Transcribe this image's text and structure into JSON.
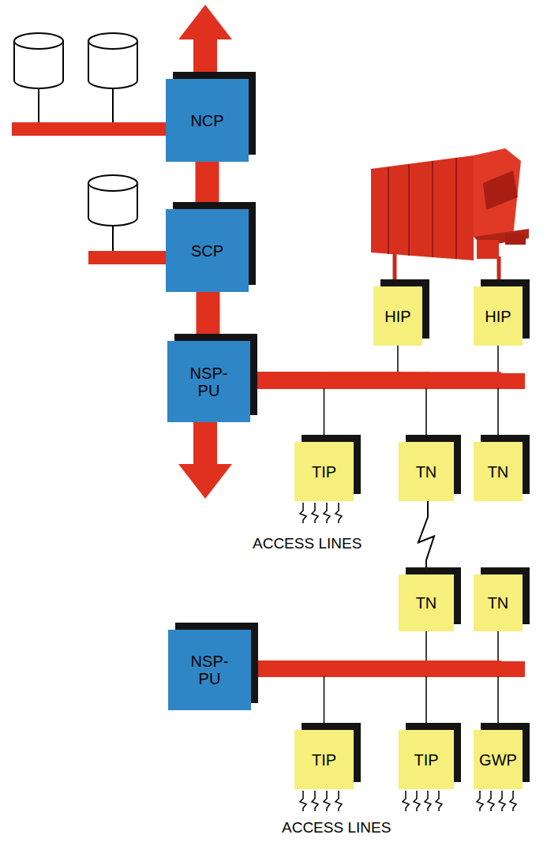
{
  "diagram": {
    "nodes": [
      {
        "text": [
          "NCP"
        ]
      },
      {
        "text": [
          "SCP"
        ]
      },
      {
        "text": [
          "HIP"
        ]
      },
      {
        "text": [
          "HIP"
        ]
      },
      {
        "text": [
          "NSP- PU"
        ]
      },
      {
        "text": [
          "TIP"
        ]
      },
      {
        "text": [
          "TN"
        ]
      },
      {
        "text": [
          "TN"
        ]
      },
      {
        "text": [
          "TN"
        ]
      },
      {
        "text": [
          "TN"
        ]
      },
      {
        "text": [
          "NSP- PU"
        ]
      },
      {
        "text": [
          "TIP"
        ]
      },
      {
        "text": [
          "TIP"
        ]
      },
      {
        "text": [
          "GWP"
        ]
      }
    ],
    "edges": [
      {
        "from": 0,
        "to": 1,
        "arrow": "none"
      },
      {
        "from": 1,
        "to": 4,
        "arrow": "none"
      },
      {
        "from": 4,
        "to": 2,
        "arrow": "none"
      },
      {
        "from": 4,
        "to": 3,
        "arrow": "none"
      },
      {
        "from": 4,
        "to": 5,
        "arrow": "none"
      },
      {
        "from": 4,
        "to": 6,
        "arrow": "none"
      },
      {
        "from": 4,
        "to": 7,
        "arrow": "none"
      },
      {
        "from": 6,
        "to": 8,
        "arrow": "none"
      },
      {
        "from": 10,
        "to": 8,
        "arrow": "none"
      },
      {
        "from": 10,
        "to": 9,
        "arrow": "none"
      },
      {
        "from": 10,
        "to": 11,
        "arrow": "none"
      },
      {
        "from": 10,
        "to": 12,
        "arrow": "none"
      },
      {
        "from": 10,
        "to": 13,
        "arrow": "none"
      }
    ],
    "labels": [
      "ACCESS LINES",
      "ACCESS LINES"
    ]
  }
}
